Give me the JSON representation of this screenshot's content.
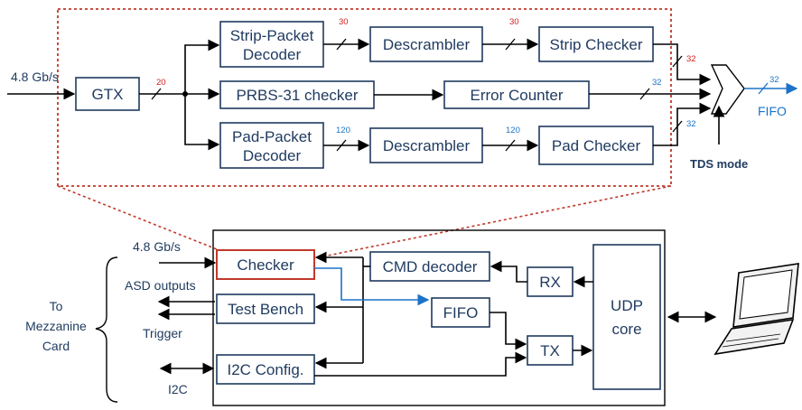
{
  "top_detail": {
    "input_rate": "4.8 Gb/s",
    "gtx": "GTX",
    "bus_gtx": "20",
    "strip_decoder": [
      "Strip-Packet",
      "Decoder"
    ],
    "bus_strip_dec": "30",
    "descrambler_top": "Descrambler",
    "bus_strip_desc": "30",
    "strip_checker": "Strip Checker",
    "bus_strip_out": "32",
    "prbs_checker": "PRBS-31 checker",
    "error_counter": "Error Counter",
    "bus_err": "32",
    "pad_decoder": [
      "Pad-Packet",
      "Decoder"
    ],
    "bus_pad_dec": "120",
    "descrambler_bottom": "Descrambler",
    "bus_pad_desc": "120",
    "pad_checker": "Pad Checker",
    "bus_pad_out": "32",
    "bus_fifo": "32",
    "fifo_out": "FIFO",
    "mux_select": "TDS mode"
  },
  "bottom_system": {
    "input_rate": "4.8 Gb/s",
    "asd_outputs": "ASD outputs",
    "trigger": "Trigger",
    "i2c": "I2C",
    "mezzanine": [
      "To",
      "Mezzanine",
      "Card"
    ],
    "checker": "Checker",
    "test_bench": "Test Bench",
    "i2c_config": "I2C Config.",
    "cmd_decoder": "CMD decoder",
    "fifo": "FIFO",
    "rx": "RX",
    "tx": "TX",
    "udp_core": [
      "UDP",
      "core"
    ]
  },
  "colors": {
    "block_outline": "#1f3a5f",
    "highlight_outline": "#c0392b",
    "blue_path": "#1a73c8",
    "bus_width_red": "#d11f1f",
    "dotted_frame": "#c0392b"
  },
  "icons": [
    "laptop-icon",
    "brace-icon",
    "mux-icon"
  ]
}
